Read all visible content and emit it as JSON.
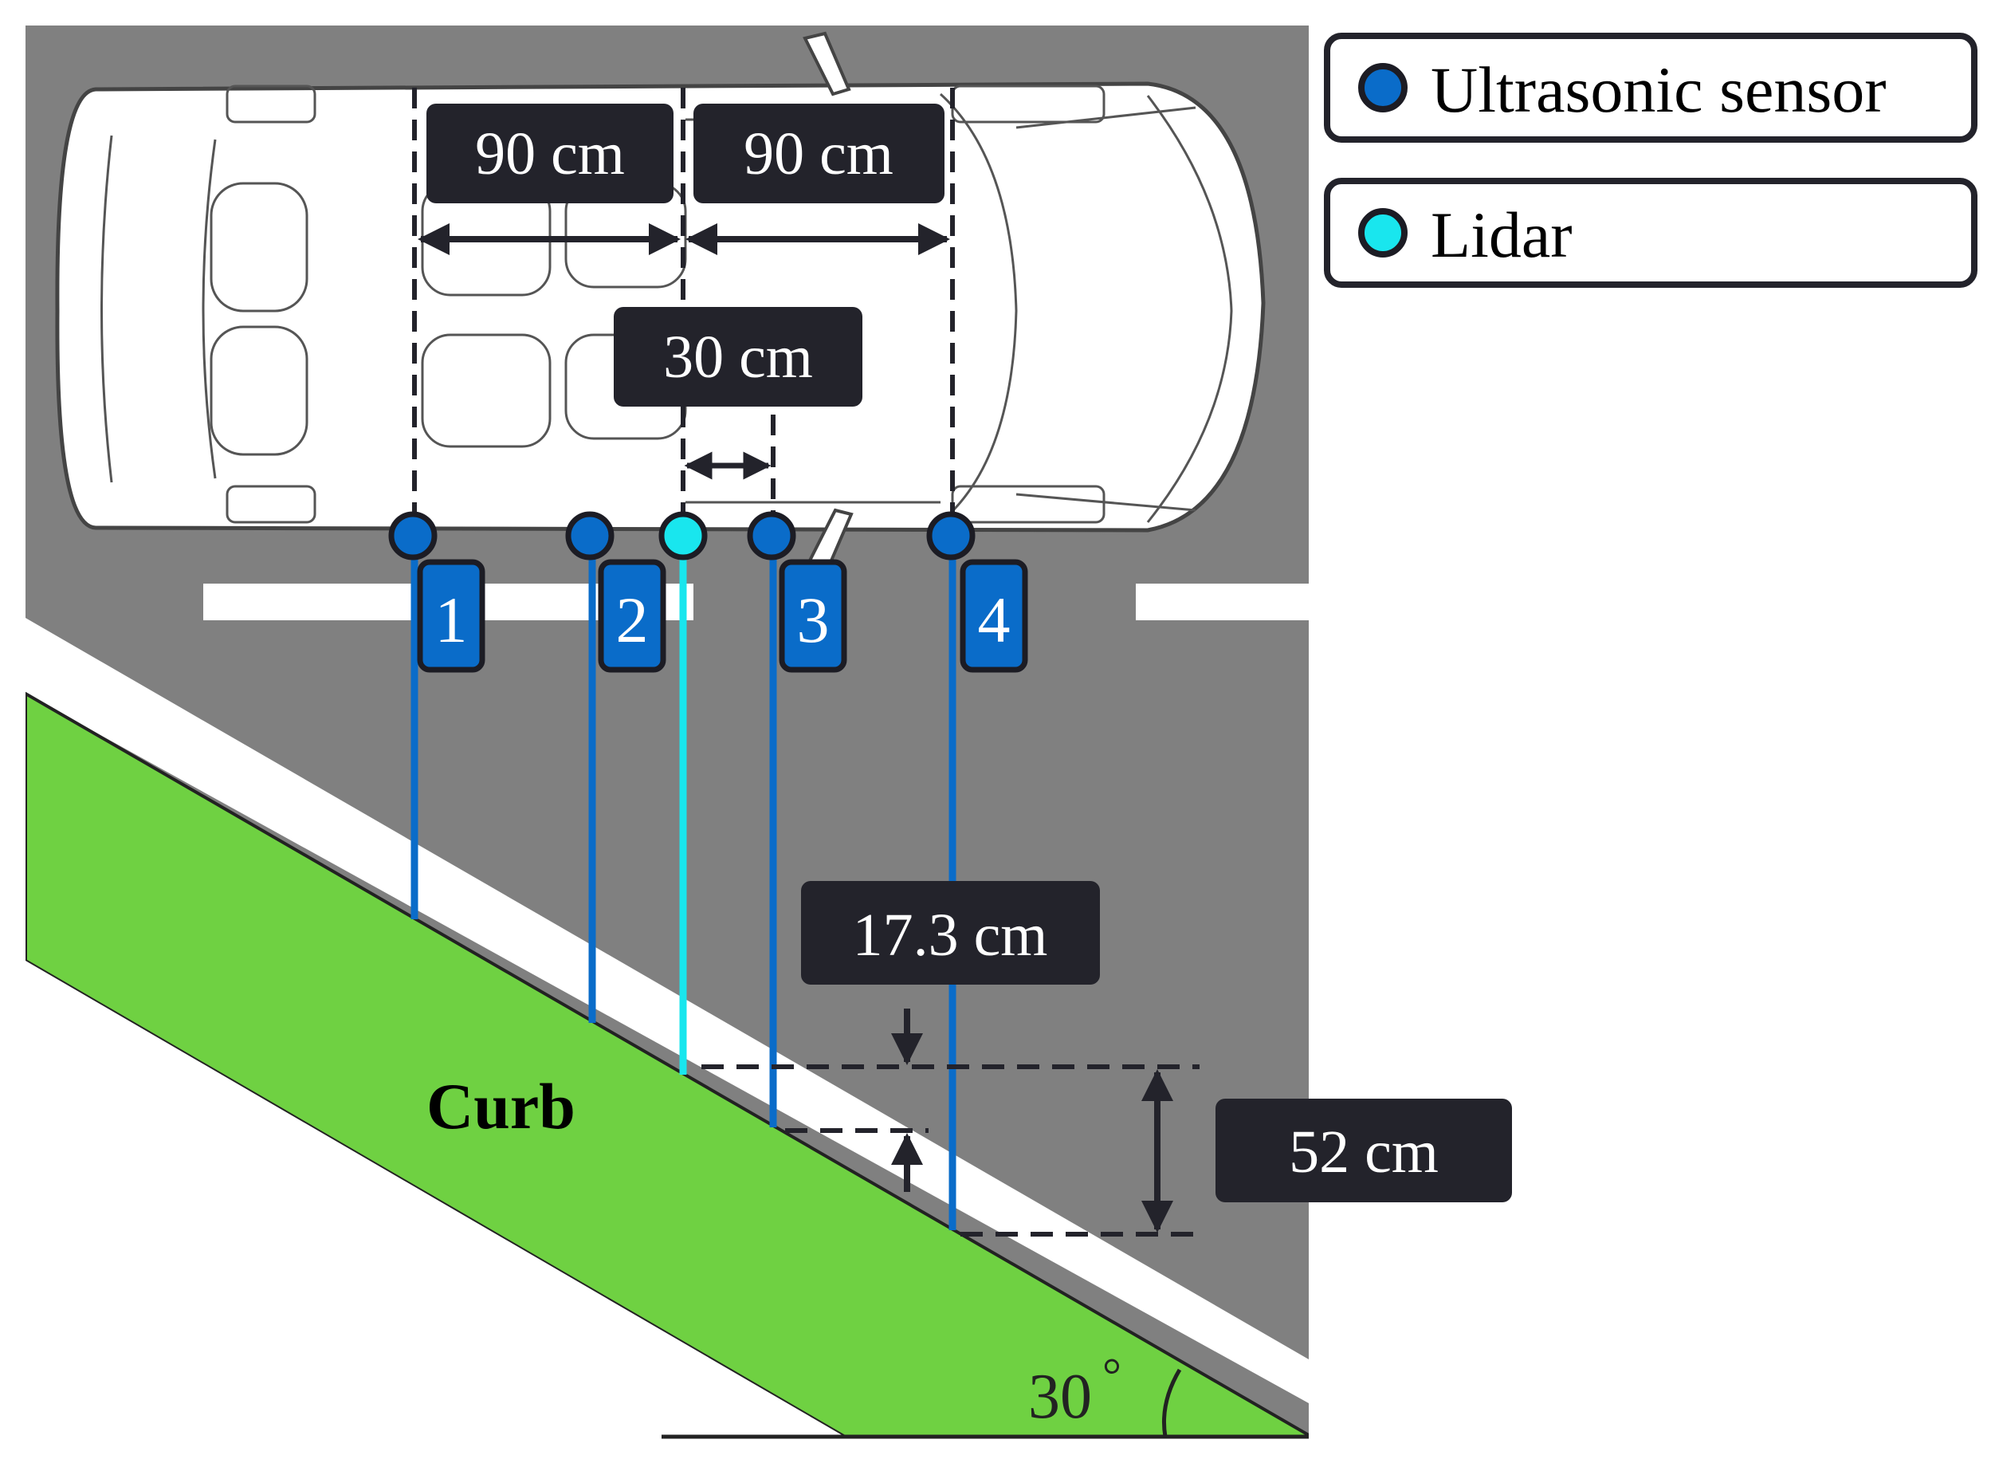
{
  "legend": {
    "ultrasonic_label": "Ultrasonic sensor",
    "lidar_label": "Lidar"
  },
  "dimensions": {
    "front_spacing": "90 cm",
    "rear_spacing": "90 cm",
    "lidar_offset": "30 cm",
    "curb_gap": "17.3 cm",
    "total_rise": "52 cm"
  },
  "sensors": [
    {
      "label": "1",
      "type": "ultrasonic"
    },
    {
      "label": "2",
      "type": "ultrasonic"
    },
    {
      "label": "3",
      "type": "ultrasonic"
    },
    {
      "label": "4",
      "type": "ultrasonic"
    }
  ],
  "curb_label": "Curb",
  "angle_label": "30",
  "degree_symbol": "°",
  "colors": {
    "road": "#808080",
    "curb": "#6fd142",
    "ultrasonic": "#0a6cc9",
    "lidar": "#19e6ee",
    "label_box": "#23232b",
    "marking": "#ffffff"
  }
}
